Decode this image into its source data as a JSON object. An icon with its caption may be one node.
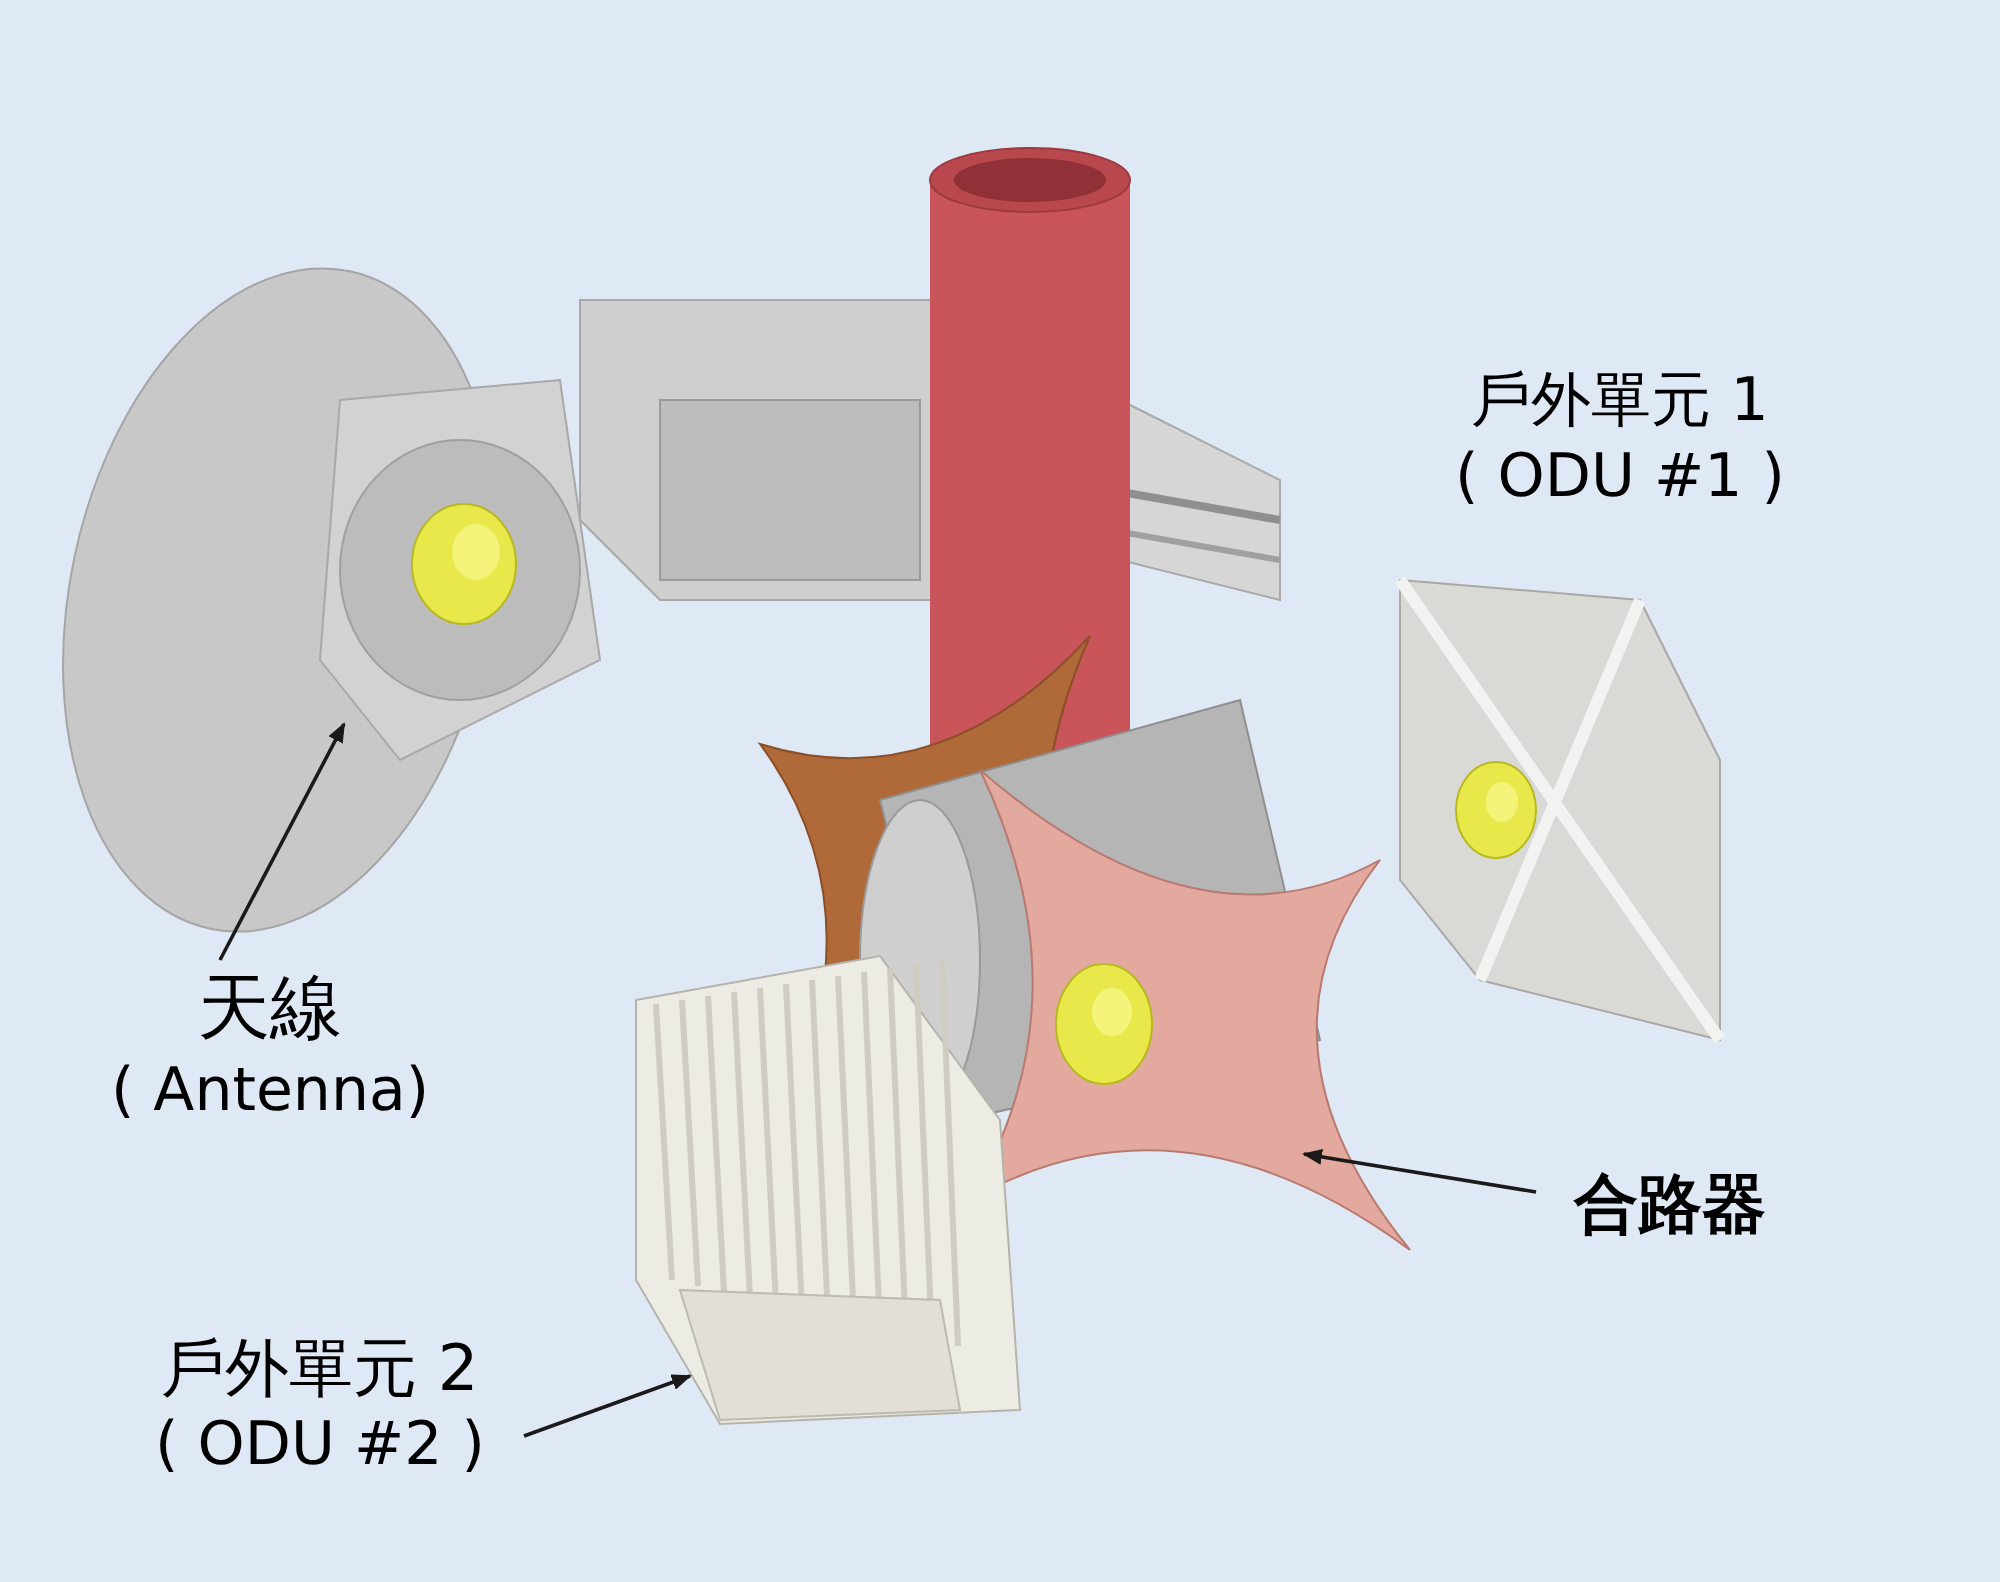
{
  "diagram": {
    "nodes": [
      {
        "text": [
          "天線",
          "( Antenna)"
        ]
      },
      {
        "text": [],
        "shape": "picture"
      },
      {
        "text": [
          "合路器"
        ]
      },
      {
        "text": [],
        "shape": "picture"
      },
      {
        "text": [
          "戶外單元 2",
          "( ODU #2 )"
        ]
      },
      {
        "text": [],
        "shape": "picture"
      }
    ],
    "edges": [
      {
        "from": 0,
        "to": 1,
        "arrow": "to"
      },
      {
        "from": 2,
        "to": 3,
        "arrow": "to"
      },
      {
        "from": 4,
        "to": 5,
        "arrow": "to"
      }
    ],
    "labels": [
      "戶外單元 1",
      "( ODU #1 )"
    ]
  }
}
